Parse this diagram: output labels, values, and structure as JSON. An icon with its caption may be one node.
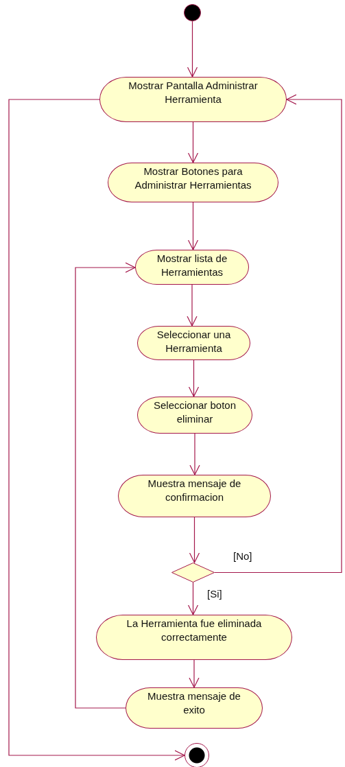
{
  "diagram": {
    "nodes": [
      {
        "text": [],
        "shape": "circle"
      },
      {
        "text": [
          "Mostrar Pantalla Administrar Herramienta"
        ]
      },
      {
        "text": [
          "Mostrar Botones para Administrar Herramientas"
        ]
      },
      {
        "text": [
          "Mostrar lista de Herramientas"
        ]
      },
      {
        "text": [
          "Seleccionar una Herramienta"
        ]
      },
      {
        "text": [
          "Seleccionar boton eliminar"
        ]
      },
      {
        "text": [
          "Muestra mensaje de confirmacion"
        ]
      },
      {
        "text": [],
        "shape": "diamond"
      },
      {
        "text": [
          "La Herramienta fue eliminada correctamente"
        ]
      },
      {
        "text": [
          "Muestra mensaje de exito"
        ]
      },
      {
        "text": [],
        "shape": "end-circle"
      }
    ],
    "edges": [
      {
        "from": 0,
        "to": 1,
        "arrow": "to"
      },
      {
        "from": 1,
        "to": 2,
        "arrow": "to"
      },
      {
        "from": 2,
        "to": 3,
        "arrow": "to"
      },
      {
        "from": 3,
        "to": 4,
        "arrow": "to"
      },
      {
        "from": 4,
        "to": 5,
        "arrow": "to"
      },
      {
        "from": 5,
        "to": 6,
        "arrow": "to"
      },
      {
        "from": 6,
        "to": 7,
        "arrow": "to"
      },
      {
        "from": 7,
        "to": 8,
        "arrow": "to",
        "label": "[Si]"
      },
      {
        "from": 8,
        "to": 9,
        "arrow": "to"
      },
      {
        "from": 9,
        "to": 3,
        "arrow": "to"
      },
      {
        "from": 1,
        "to": 10,
        "arrow": "to"
      },
      {
        "from": 7,
        "to": 1,
        "arrow": "to",
        "label": "[No]"
      }
    ]
  }
}
